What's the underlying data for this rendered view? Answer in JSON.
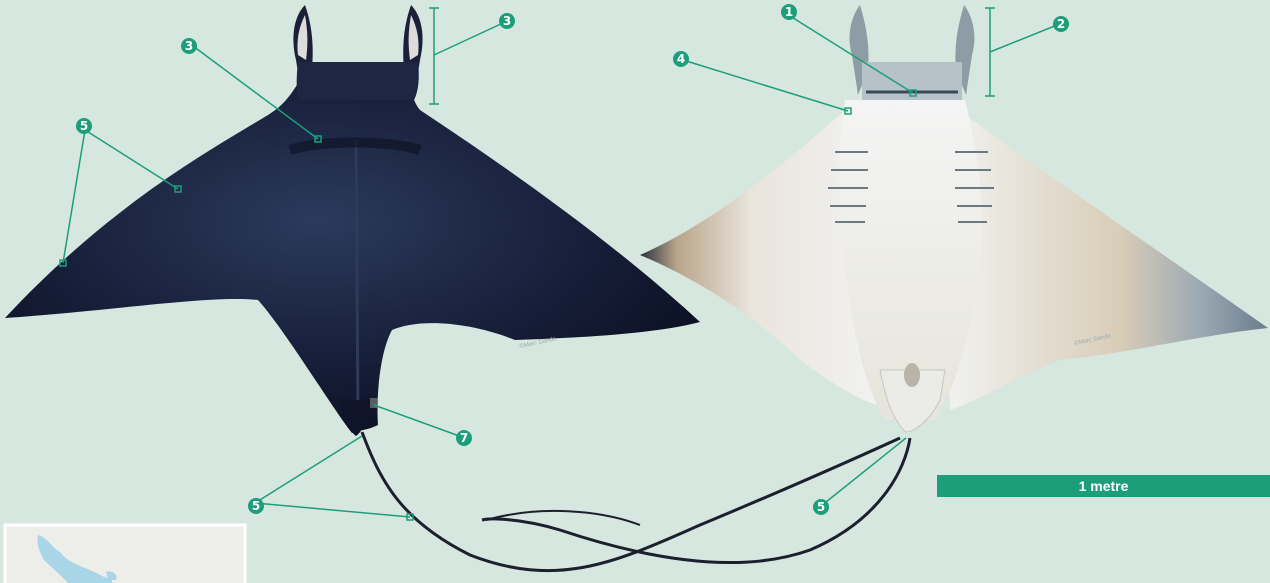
{
  "scale_bar": {
    "label": "1 metre"
  },
  "credits": {
    "left": "©Marc Dando",
    "right": "©Marc Dando"
  },
  "callouts": {
    "dorsal_head_length": "3",
    "dorsal_shoulder_marking": "3",
    "dorsal_pectoral_fin_margin": "5",
    "dorsal_tail_base": "5",
    "dorsal_caudal_spine": "7",
    "ventral_mouth": "1",
    "ventral_cephalic_fin_length": "2",
    "ventral_gill_region": "4",
    "ventral_tail": "5"
  },
  "colors": {
    "background": "#d6e7df",
    "accent": "#1c9e7b",
    "dorsal_body": "#141c33",
    "ventral_body": "#eef0ee"
  }
}
